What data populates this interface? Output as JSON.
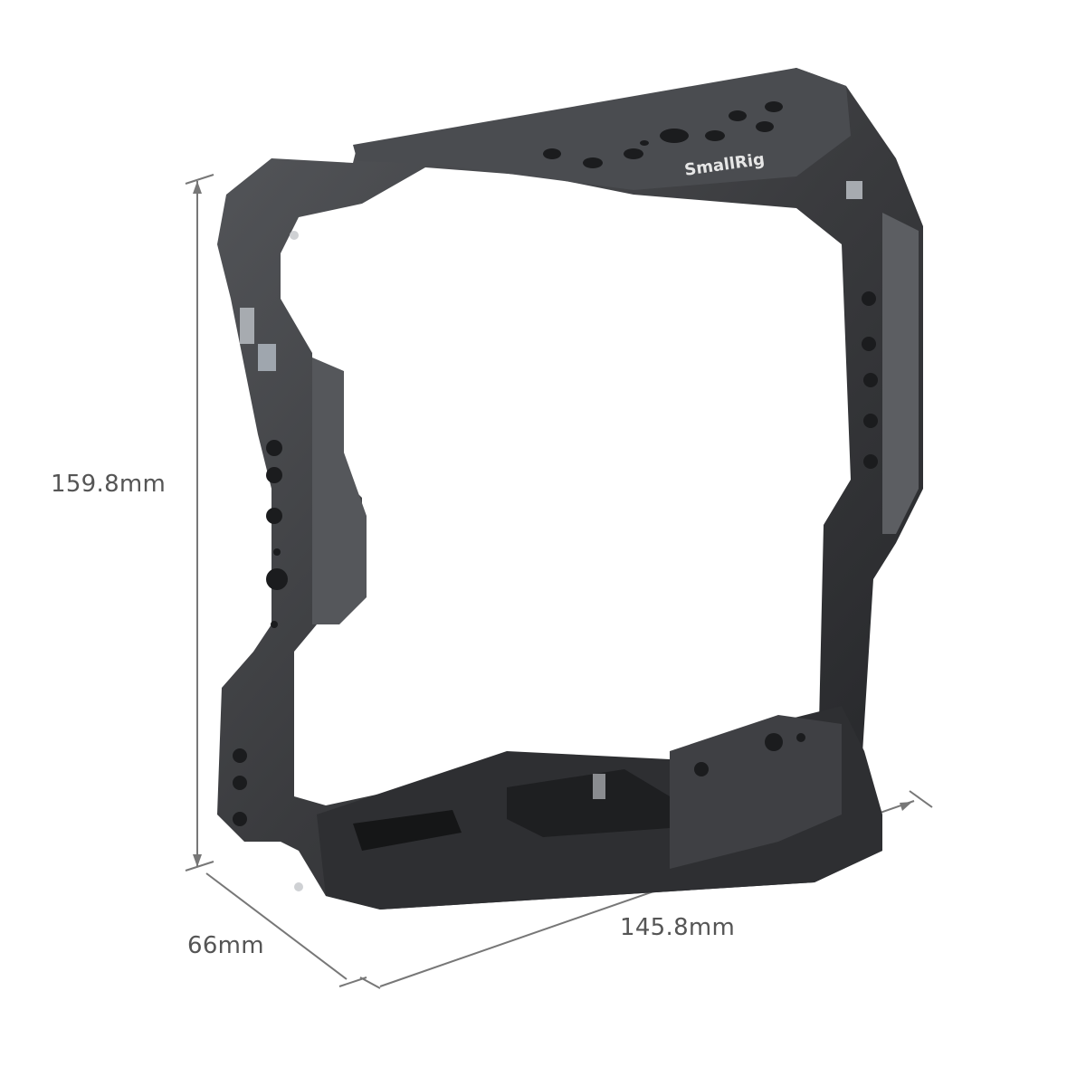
{
  "product": {
    "brand_logo": "SmallRig",
    "description": "Camera cage with battery grip frame (dimension drawing)"
  },
  "dimensions": {
    "height": "159.8mm",
    "depth": "66mm",
    "width": "145.8mm"
  },
  "colors": {
    "background": "#ffffff",
    "cage_body": "#3a3b3e",
    "cage_highlight": "#6a6c70",
    "cage_shadow": "#1f2022",
    "dimension_line": "#777777",
    "label_text": "#555555"
  }
}
